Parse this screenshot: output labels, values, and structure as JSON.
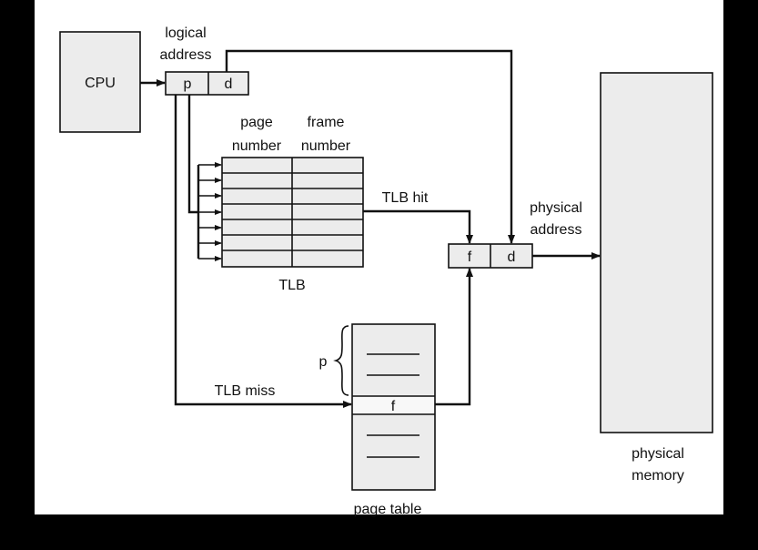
{
  "labels": {
    "cpu": "CPU",
    "logical_address_line1": "logical",
    "logical_address_line2": "address",
    "p": "p",
    "d": "d",
    "page_number_line1": "page",
    "page_number_line2": "number",
    "frame_number_line1": "frame",
    "frame_number_line2": "number",
    "tlb": "TLB",
    "tlb_hit": "TLB hit",
    "tlb_miss": "TLB miss",
    "physical_address_line1": "physical",
    "physical_address_line2": "address",
    "f": "f",
    "pt_p": "p",
    "pt_f": "f",
    "page_table": "page table",
    "physical_memory_line1": "physical",
    "physical_memory_line2": "memory"
  },
  "colors": {
    "box_fill": "#ececec",
    "stroke": "#111111",
    "background": "#ffffff",
    "border": "#000000"
  },
  "tlb": {
    "rows": 7,
    "columns": 2
  }
}
